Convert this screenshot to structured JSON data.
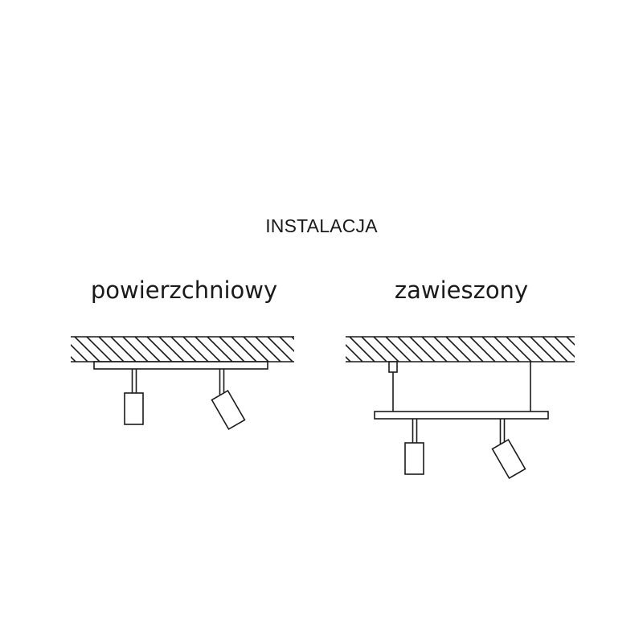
{
  "title": "INSTALACJA",
  "variants": [
    {
      "id": "surface",
      "label": "powierzchniowy"
    },
    {
      "id": "suspended",
      "label": "zawieszony"
    }
  ],
  "colors": {
    "stroke": "#1a1a1a",
    "background": "#ffffff"
  }
}
